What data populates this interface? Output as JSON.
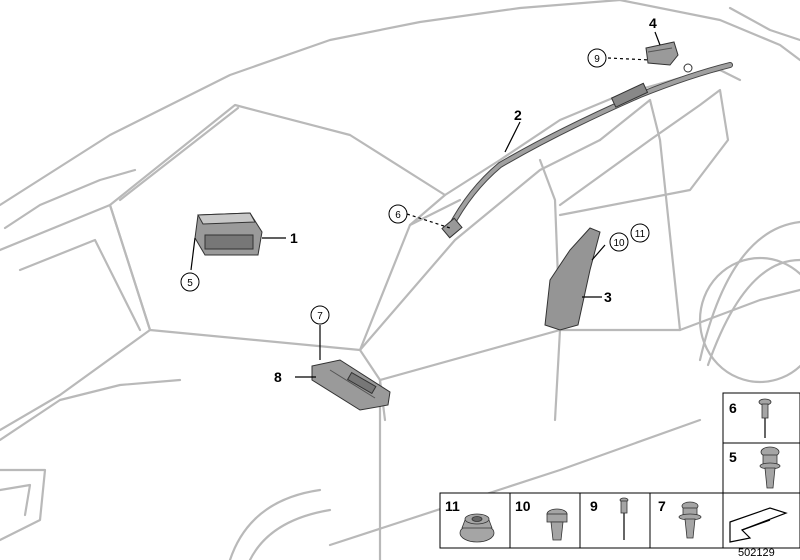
{
  "diagram_id": "502129",
  "callouts": {
    "c1": "1",
    "c2": "2",
    "c3": "3",
    "c4": "4",
    "c8": "8",
    "circ5": "5",
    "circ6": "6",
    "circ7": "7",
    "circ9": "9",
    "circ10": "10",
    "circ11": "11"
  },
  "fastener_table": {
    "cells": [
      "6",
      "5",
      "11",
      "10",
      "9",
      "7"
    ]
  },
  "colors": {
    "car_outline": "#b8b8b8",
    "part_fill": "#9a9a9a",
    "line": "#000000"
  }
}
